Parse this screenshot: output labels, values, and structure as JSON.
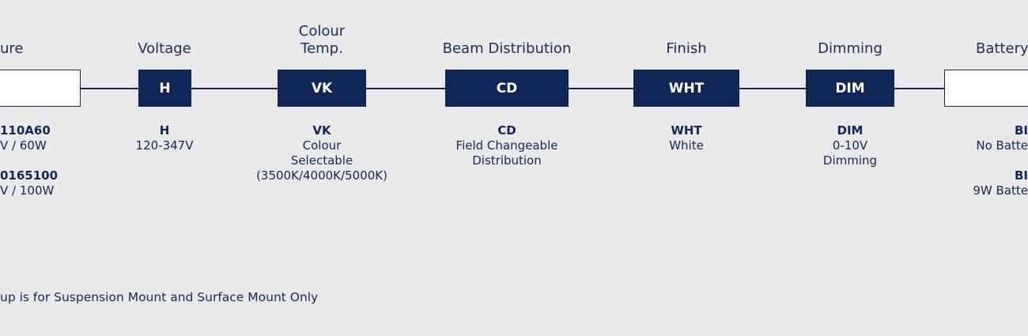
{
  "columns": [
    {
      "header": "ure",
      "box": "",
      "options": [
        {
          "code": "110A60",
          "desc": [
            "V / 60W"
          ]
        },
        {
          "code": "0165100",
          "desc": [
            "V / 100W"
          ]
        }
      ]
    },
    {
      "header": "Voltage",
      "box": "H",
      "options": [
        {
          "code": "H",
          "desc": [
            "120-347V"
          ]
        }
      ]
    },
    {
      "header": "Colour\nTemp.",
      "box": "VK",
      "options": [
        {
          "code": "VK",
          "desc": [
            "Colour",
            "Selectable",
            "(3500K/4000K/5000K)"
          ]
        }
      ]
    },
    {
      "header": "Beam Distribution",
      "box": "CD",
      "options": [
        {
          "code": "CD",
          "desc": [
            "Field Changeable",
            "Distribution"
          ]
        }
      ]
    },
    {
      "header": "Finish",
      "box": "WHT",
      "options": [
        {
          "code": "WHT",
          "desc": [
            "White"
          ]
        }
      ]
    },
    {
      "header": "Dimming",
      "box": "DIM",
      "options": [
        {
          "code": "DIM",
          "desc": [
            "0-10V",
            "Dimming"
          ]
        }
      ]
    },
    {
      "header": "Battery",
      "box": "",
      "options": [
        {
          "code": "BI",
          "desc": [
            "No Batte"
          ]
        },
        {
          "code": "BI",
          "desc": [
            "9W Batte"
          ]
        }
      ]
    }
  ],
  "footnote": "up is for Suspension Mount and Surface Mount Only",
  "colors": {
    "navy": "#0f2656",
    "background": "#e9e9e9"
  }
}
